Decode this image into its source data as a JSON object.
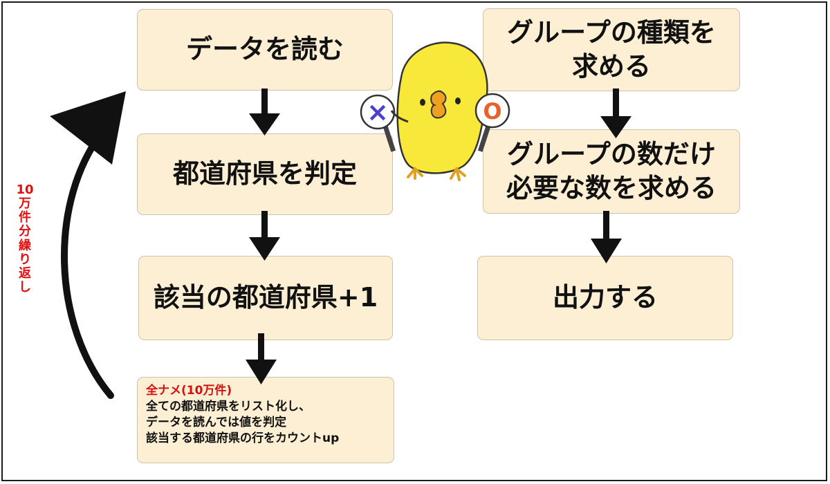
{
  "left_flow": {
    "step1": "データを読む",
    "step2": "都道府県を判定",
    "step3": "該当の都道府県+1"
  },
  "right_flow": {
    "step1_line1": "グループの種類を",
    "step1_line2": "求める",
    "step2_line1": "グループの数だけ",
    "step2_line2": "必要な数を求める",
    "step3": "出力する"
  },
  "loop_label": "10万件分繰り返し",
  "note": {
    "title": "全ナメ(10万件)",
    "line1": "全ての都道府県をリスト化し、",
    "line2": "データを読んでは値を判定",
    "line3": "該当する都道府県の行をカウントup"
  },
  "mascot": {
    "left_sign": "×",
    "right_sign": "O",
    "colors": {
      "body": "#f7e83a",
      "cross": "#4a3fcf",
      "circle": "#e8602a"
    }
  },
  "colors": {
    "box_fill": "#fdefd4",
    "arrow": "#111111",
    "accent_red": "#e01010"
  }
}
